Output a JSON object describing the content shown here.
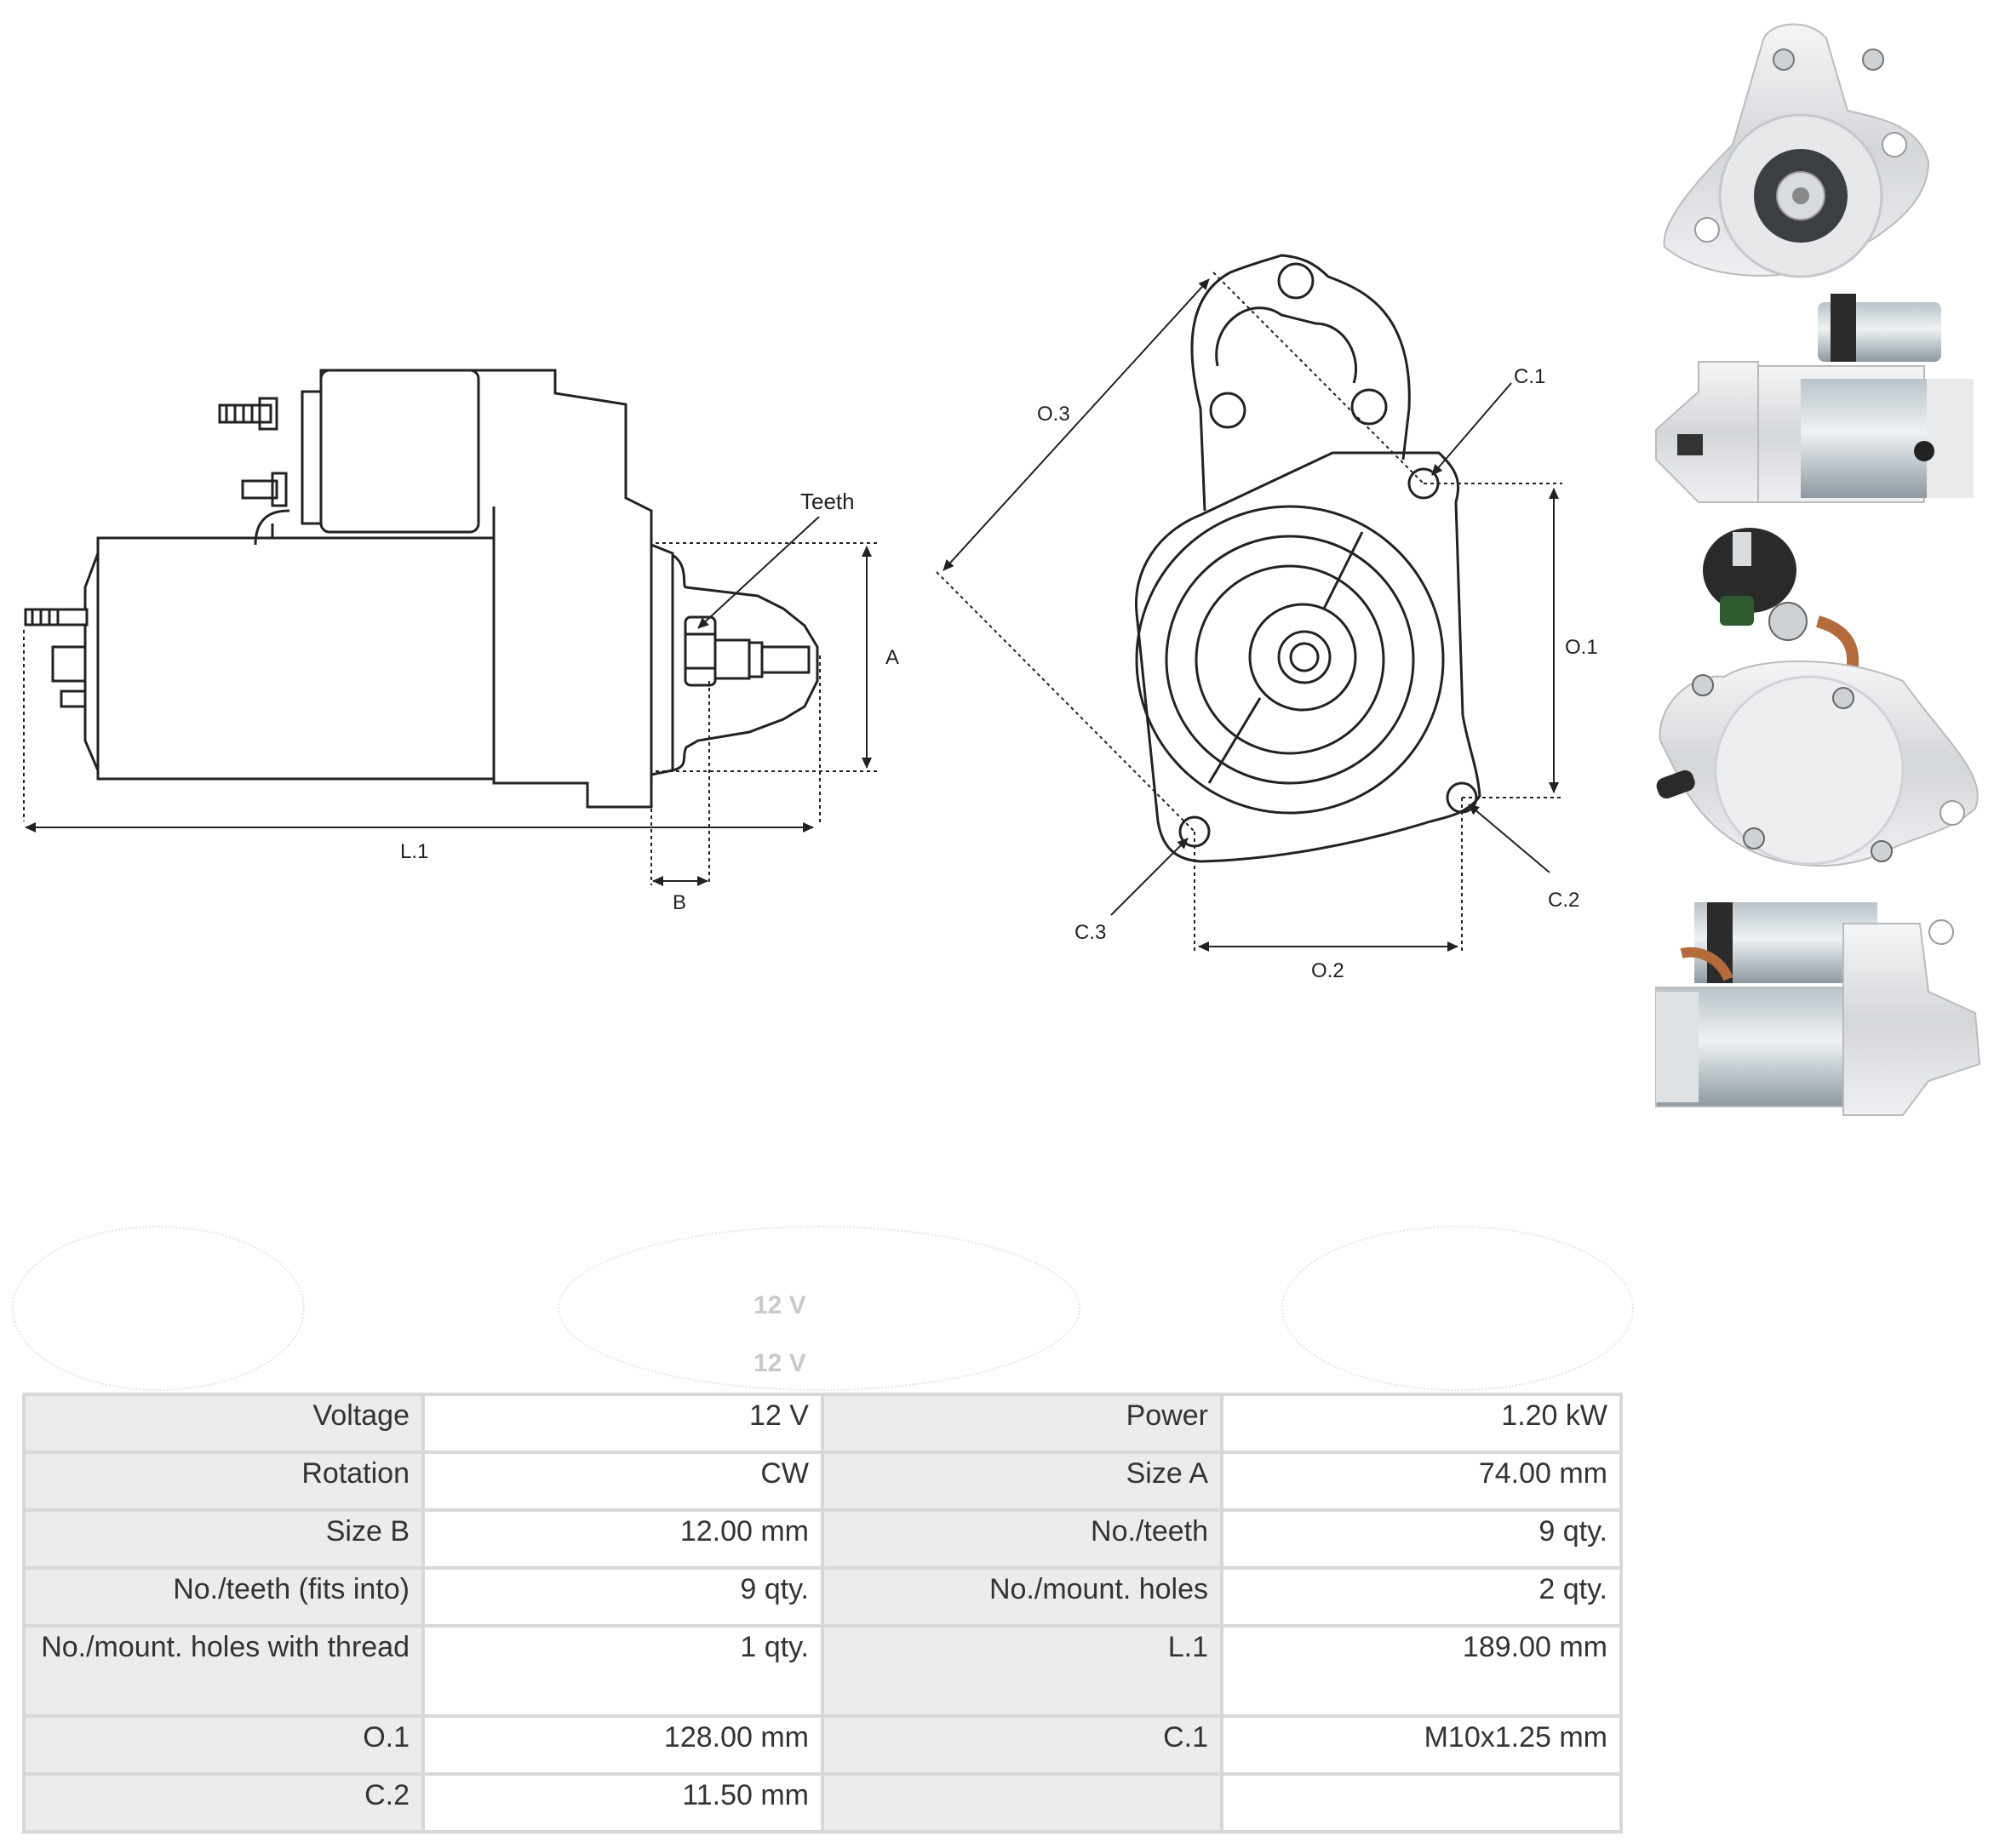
{
  "diagram": {
    "side_view": {
      "labels": {
        "teeth": "Teeth",
        "a": "A",
        "b": "B",
        "l1": "L.1"
      }
    },
    "front_view": {
      "labels": {
        "o1": "O.1",
        "o2": "O.2",
        "o3": "O.3",
        "c1": "C.1",
        "c2": "C.2",
        "c3": "C.3"
      }
    }
  },
  "photos": [
    {
      "name": "front-flange-photo"
    },
    {
      "name": "side-top-photo"
    },
    {
      "name": "rear-cap-photo"
    },
    {
      "name": "side-bottom-photo"
    }
  ],
  "ghost_rows": [
    "12 V",
    "12 V"
  ],
  "spec_table": {
    "rows": [
      {
        "label1": "Voltage",
        "value1": "12 V",
        "label2": "Power",
        "value2": "1.20 kW"
      },
      {
        "label1": "Rotation",
        "value1": "CW",
        "label2": "Size A",
        "value2": "74.00 mm"
      },
      {
        "label1": "Size B",
        "value1": "12.00 mm",
        "label2": "No./teeth",
        "value2": "9 qty."
      },
      {
        "label1": "No./teeth (fits into)",
        "value1": "9 qty.",
        "label2": "No./mount. holes",
        "value2": "2 qty."
      },
      {
        "label1": "No./mount. holes with thread",
        "value1": "1 qty.",
        "label2": "L.1",
        "value2": "189.00 mm"
      },
      {
        "label1": "O.1",
        "value1": "128.00 mm",
        "label2": "C.1",
        "value2": "M10x1.25 mm"
      },
      {
        "label1": "C.2",
        "value1": "11.50 mm",
        "label2": "",
        "value2": ""
      }
    ]
  }
}
